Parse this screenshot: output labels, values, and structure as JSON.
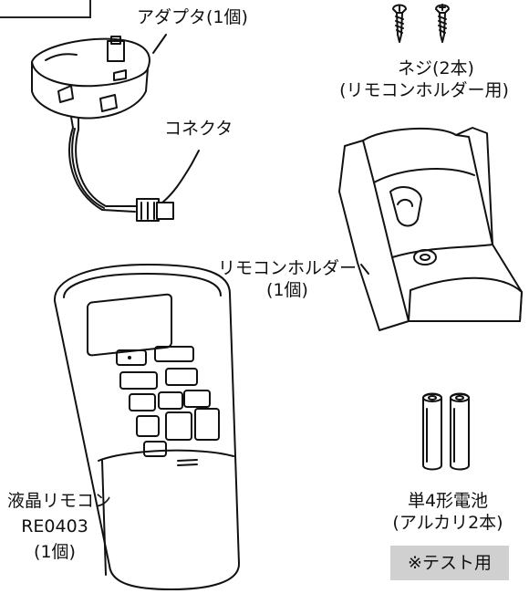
{
  "labels": {
    "adapter": "アダプタ(1個)",
    "connector": "コネクタ",
    "screw_line1": "ネジ(2本)",
    "screw_line2": "(リモコンホルダー用)",
    "holder_line1": "リモコンホルダー",
    "holder_line2": "(1個)",
    "remote_line1": "液晶リモコン",
    "remote_line2": "RE0403",
    "remote_line3": "(1個)",
    "battery_line1": "単4形電池",
    "battery_line2": "(アルカリ2本)",
    "test_badge": "※テスト用"
  }
}
